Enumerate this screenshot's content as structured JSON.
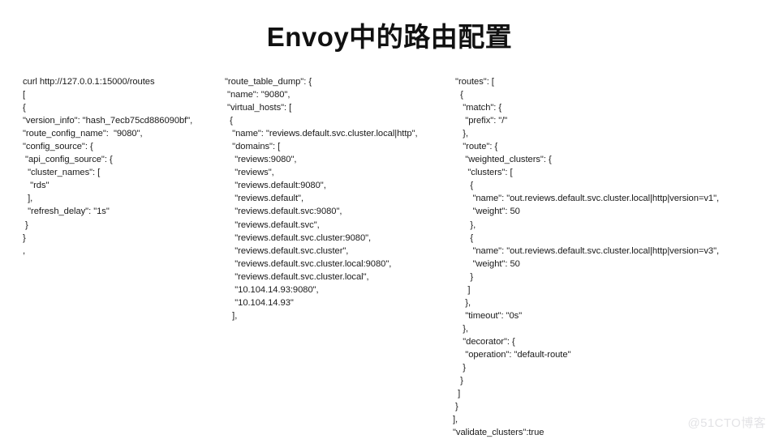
{
  "slide": {
    "title": "Envoy中的路由配置",
    "background_color": "#ffffff",
    "text_color": "#1a1a1a"
  },
  "watermark": {
    "text": "@51CTO博客",
    "color": "#e3e3e6"
  },
  "columns": {
    "left": {
      "name": "curl-command-and-config-source",
      "lines": [
        "curl http://127.0.0.1:15000/routes",
        "[",
        "{",
        "\"version_info\": \"hash_7ecb75cd886090bf\",",
        "\"route_config_name\":  \"9080\",",
        "\"config_source\": {",
        " \"api_config_source\": {",
        "  \"cluster_names\": [",
        "   \"rds\"",
        "  ],",
        "  \"refresh_delay\": \"1s\"",
        " }",
        "}",
        ","
      ]
    },
    "middle": {
      "name": "route-table-dump-virtual-hosts",
      "lines": [
        "\"route_table_dump\": {",
        " \"name\": \"9080\",",
        " \"virtual_hosts\": [",
        "  {",
        "   \"name\": \"reviews.default.svc.cluster.local|http\",",
        "   \"domains\": [",
        "    \"reviews:9080\",",
        "    \"reviews\",",
        "    \"reviews.default:9080\",",
        "    \"reviews.default\",",
        "    \"reviews.default.svc:9080\",",
        "    \"reviews.default.svc\",",
        "    \"reviews.default.svc.cluster:9080\",",
        "    \"reviews.default.svc.cluster\",",
        "    \"reviews.default.svc.cluster.local:9080\",",
        "    \"reviews.default.svc.cluster.local\",",
        "    \"10.104.14.93:9080\",",
        "    \"10.104.14.93\"",
        "   ],"
      ]
    },
    "right": {
      "name": "routes-weighted-clusters",
      "lines": [
        " \"routes\": [",
        "   {",
        "    \"match\": {",
        "     \"prefix\": \"/\"",
        "    },",
        "    \"route\": {",
        "     \"weighted_clusters\": {",
        "      \"clusters\": [",
        "       {",
        "        \"name\": \"out.reviews.default.svc.cluster.local|http|version=v1\",",
        "        \"weight\": 50",
        "       },",
        "       {",
        "        \"name\": \"out.reviews.default.svc.cluster.local|http|version=v3\",",
        "        \"weight\": 50",
        "       }",
        "      ]",
        "     },",
        "     \"timeout\": \"0s\"",
        "    },",
        "    \"decorator\": {",
        "     \"operation\": \"default-route\"",
        "    }",
        "   }",
        "  ]",
        " }",
        "],",
        "\"validate_clusters\":true"
      ]
    }
  }
}
